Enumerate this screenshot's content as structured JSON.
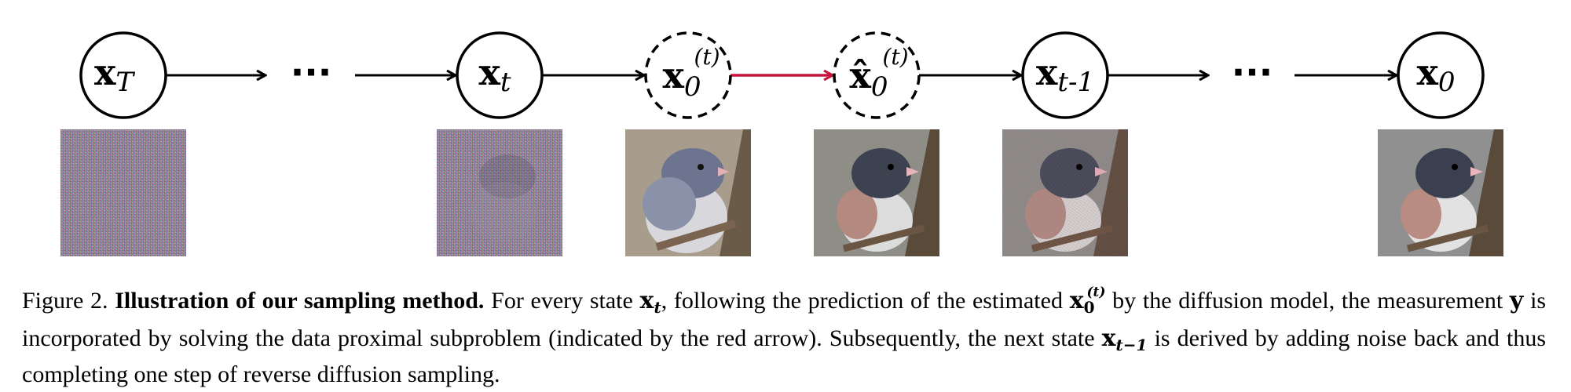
{
  "nodes": [
    {
      "id": "x-T",
      "base": "x",
      "sub": "T",
      "sup": "",
      "hat": false,
      "dashed": false
    },
    {
      "id": "x-t",
      "base": "x",
      "sub": "t",
      "sup": "",
      "hat": false,
      "dashed": false
    },
    {
      "id": "x0-t",
      "base": "x",
      "sub": "0",
      "sup": "(t)",
      "hat": false,
      "dashed": true
    },
    {
      "id": "x0-hat-t",
      "base": "x̂",
      "sub": "0",
      "sup": "(t)",
      "hat": true,
      "dashed": true
    },
    {
      "id": "x-t-minus-1",
      "base": "x",
      "sub": "t-1",
      "sup": "",
      "hat": false,
      "dashed": false
    },
    {
      "id": "x-0",
      "base": "x",
      "sub": "0",
      "sup": "",
      "hat": false,
      "dashed": false
    }
  ],
  "ellipsis": "···",
  "colors": {
    "arrow": "#000000",
    "highlight_arrow": "#c8143c"
  },
  "thumbnails": [
    {
      "id": "noise-xT",
      "content": "pure noise"
    },
    {
      "id": "noisy-xt",
      "content": "noisy bird"
    },
    {
      "id": "pred-x0",
      "content": "blurry bird"
    },
    {
      "id": "prox-x0",
      "content": "sharp bird"
    },
    {
      "id": "noisy-xt1",
      "content": "slightly noisy bird"
    },
    {
      "id": "final-x0",
      "content": "clean bird"
    }
  ],
  "caption": {
    "label": "Figure 2.",
    "bold": "Illustration of our sampling method.",
    "p1": "For every state",
    "p2": ", following the prediction of the estimated",
    "p3": "by the diffusion model, the measurement",
    "p4": "is incorporated by solving the data proximal subproblem (indicated by the red arrow). Subsequently, the next state",
    "p5": "is derived by adding noise back and thus completing one step of reverse diffusion sampling.",
    "sym_x": "x",
    "sym_y": "y",
    "sub_t": "t",
    "sub_0": "0",
    "sup_t": "(t)",
    "sub_tm1": "t−1"
  }
}
